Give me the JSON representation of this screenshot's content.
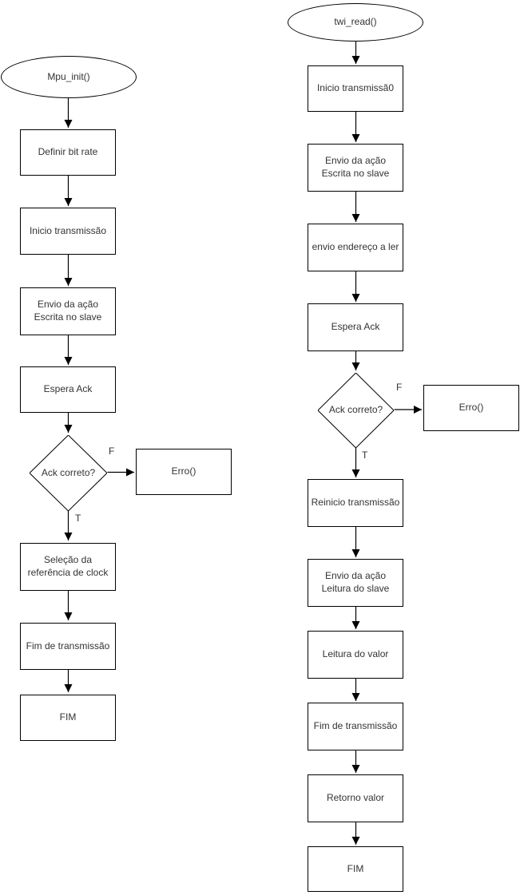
{
  "left_flow": {
    "start_label": "Mpu_init()",
    "steps": [
      "Definir bit rate",
      "Inicio transmissão",
      "Envio da ação\nEscrita no slave",
      "Espera Ack"
    ],
    "decision_label": "Ack correto?",
    "branch_false": "F",
    "branch_true": "T",
    "error_label": "Erro()",
    "after_steps": [
      "Seleção da\nreferência de clock",
      "Fim de transmissão",
      "FIM"
    ]
  },
  "right_flow": {
    "start_label": "twi_read()",
    "steps": [
      "Inicio transmissã0",
      "Envio da ação\nEscrita no slave",
      "envio endereço a ler",
      "Espera Ack"
    ],
    "decision_label": "Ack correto?",
    "branch_false": "F",
    "branch_true": "T",
    "error_label": "Erro()",
    "after_steps": [
      "Reinicio transmissão",
      "Envio da ação\nLeitura do slave",
      "Leitura do valor",
      "Fim de transmissão",
      "Retorno valor",
      "FIM"
    ]
  },
  "colors": {
    "stroke": "#000000",
    "fill": "#ffffff",
    "text": "#333333"
  }
}
